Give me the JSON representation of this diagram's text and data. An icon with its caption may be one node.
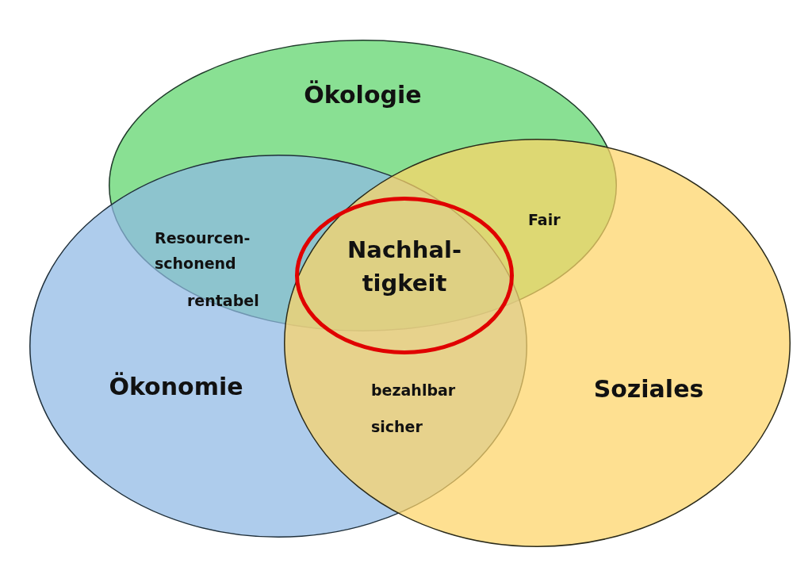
{
  "diagram": {
    "nodes": [
      {
        "text": [
          "Ökologie"
        ]
      },
      {
        "text": [
          "Ökonomie"
        ]
      },
      {
        "text": [
          "Soziales"
        ]
      },
      {
        "text": [
          "Nachhal- tigkeit"
        ]
      }
    ],
    "labels": [
      "Resourcen- schonend",
      "rentabel",
      "Fair",
      "bezahlbar",
      "sicher"
    ]
  }
}
